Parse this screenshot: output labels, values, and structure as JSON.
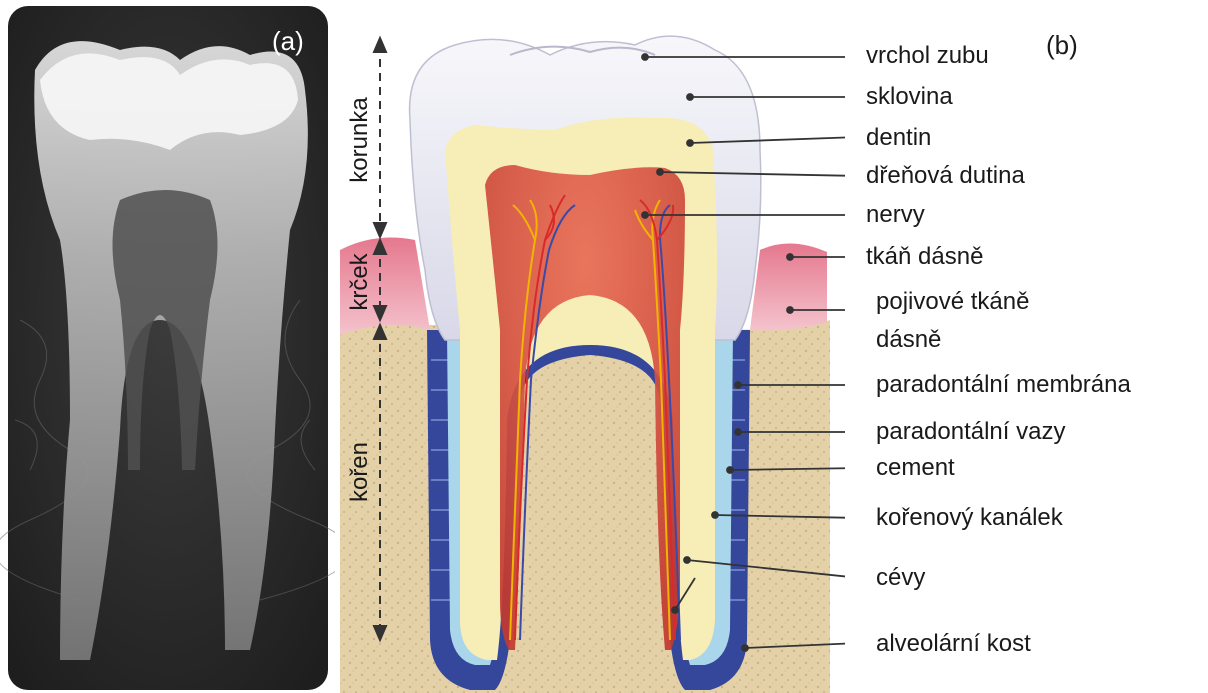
{
  "panels": {
    "a_tag": "(a)",
    "b_tag": "(b)"
  },
  "regions": {
    "crown": "korunka",
    "neck": "krček",
    "root": "kořen"
  },
  "labels": [
    "vrchol zubu",
    "sklovina",
    "dentin",
    "dřeňová dutina",
    "nervy",
    "tkáň dásně",
    "pojivové tkáně",
    "dásně",
    "paradontální membrána",
    "paradontální vazy",
    "cement",
    "kořenový kanálek",
    "cévy",
    "alveolární kost"
  ],
  "colors": {
    "enamel": "#e9e9f3",
    "dentin": "#f6edb7",
    "pulp": "#d9473c",
    "gum": "#ec9aac",
    "bone": "#e2cfa6",
    "membrane": "#34479a",
    "cement": "#a9d6ea",
    "xray_bg": "#2b2b2b"
  }
}
